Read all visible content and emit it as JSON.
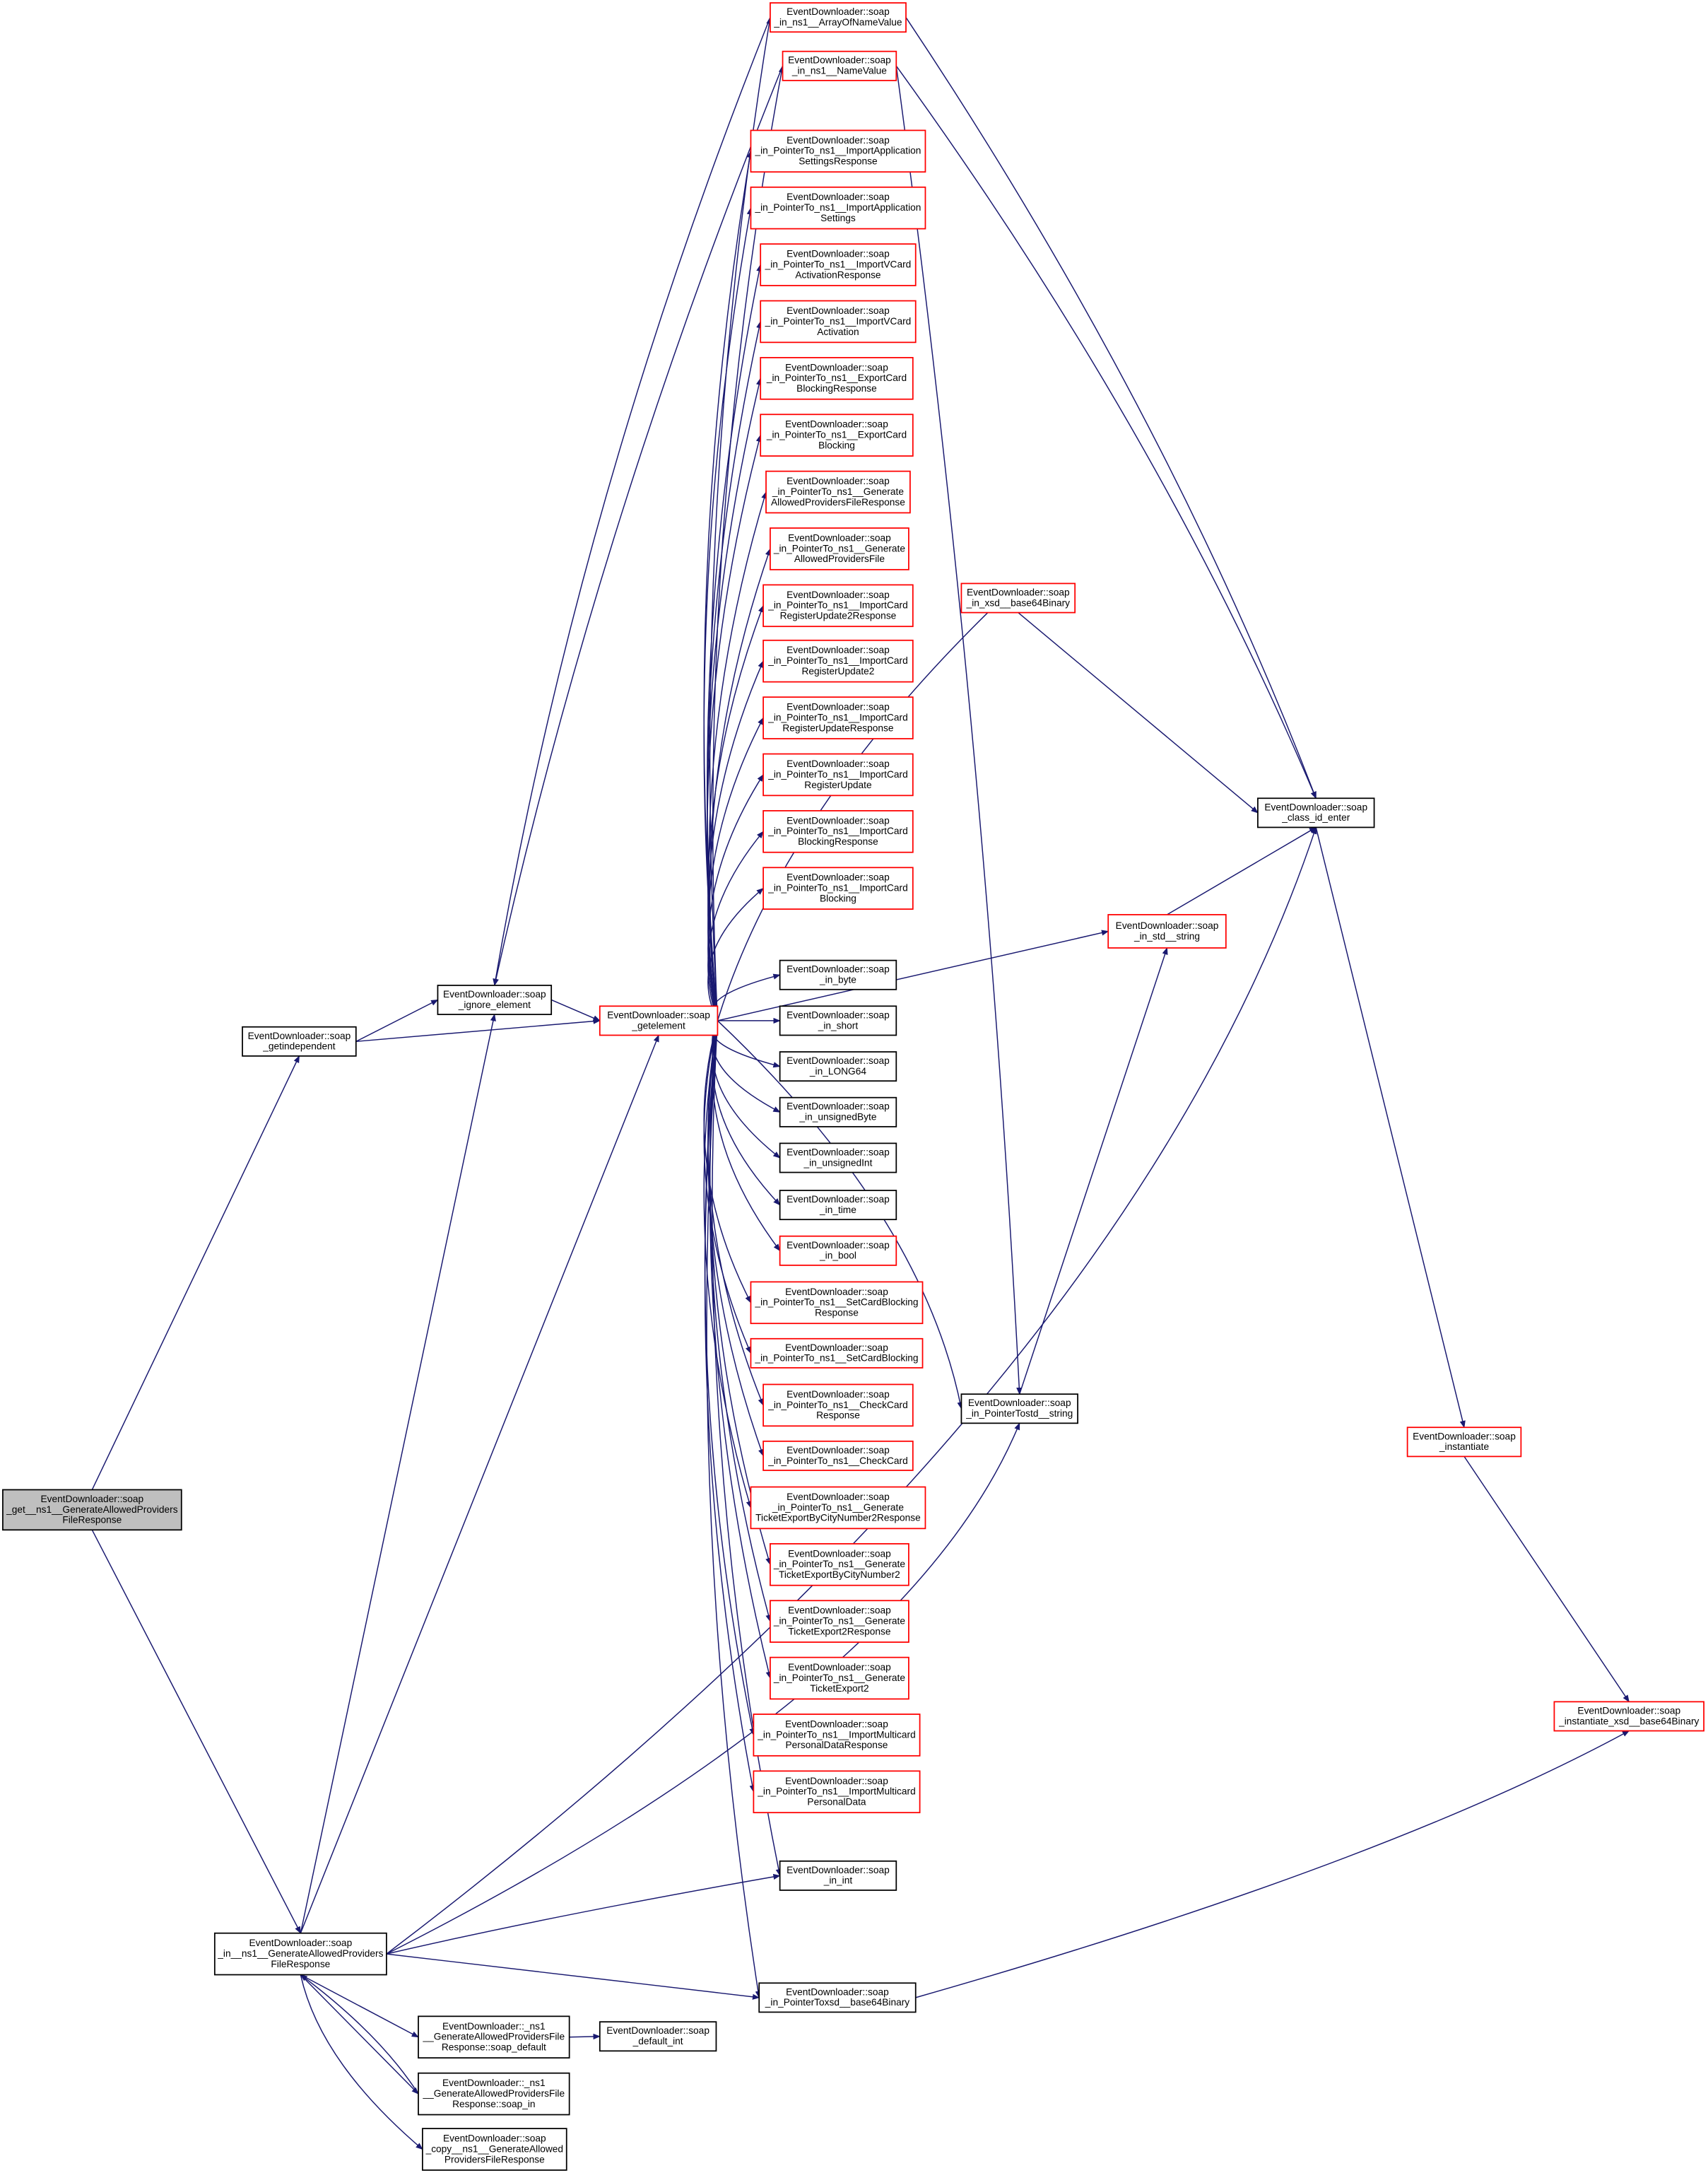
{
  "title": "Call graph of EventDownloader::soap_get__ns1__GenerateAllowedProvidersFileResponse",
  "colors": {
    "edge": "#191970",
    "red_border": "#ff0000",
    "black_border": "#000000",
    "root_fill": "#bfbfbf"
  },
  "nodes": [
    {
      "id": "get",
      "lines": [
        "EventDownloader::soap",
        "_get__ns1__GenerateAllowedProviders",
        "FileResponse"
      ],
      "style": "root"
    },
    {
      "id": "getindependent",
      "lines": [
        "EventDownloader::soap",
        "_getindependent"
      ],
      "style": "black"
    },
    {
      "id": "ignore",
      "lines": [
        "EventDownloader::soap",
        "_ignore_element"
      ],
      "style": "black"
    },
    {
      "id": "getelement",
      "lines": [
        "EventDownloader::soap",
        "_getelement"
      ],
      "style": "red"
    },
    {
      "id": "inGen",
      "lines": [
        "EventDownloader::soap",
        "_in__ns1__GenerateAllowedProviders",
        "FileResponse"
      ],
      "style": "black"
    },
    {
      "id": "arrayNV",
      "lines": [
        "EventDownloader::soap",
        "_in_ns1__ArrayOfNameValue"
      ],
      "style": "red"
    },
    {
      "id": "nameValue",
      "lines": [
        "EventDownloader::soap",
        "_in_ns1__NameValue"
      ],
      "style": "red"
    },
    {
      "id": "n8",
      "lines": [
        "EventDownloader::soap",
        "_in_PointerTo_ns1__ImportApplication",
        "SettingsResponse"
      ],
      "style": "red"
    },
    {
      "id": "n9",
      "lines": [
        "EventDownloader::soap",
        "_in_PointerTo_ns1__ImportApplication",
        "Settings"
      ],
      "style": "red"
    },
    {
      "id": "n10",
      "lines": [
        "EventDownloader::soap",
        "_in_PointerTo_ns1__ImportVCard",
        "ActivationResponse"
      ],
      "style": "red"
    },
    {
      "id": "n11",
      "lines": [
        "EventDownloader::soap",
        "_in_PointerTo_ns1__ImportVCard",
        "Activation"
      ],
      "style": "red"
    },
    {
      "id": "n12",
      "lines": [
        "EventDownloader::soap",
        "_in_PointerTo_ns1__ExportCard",
        "BlockingResponse"
      ],
      "style": "red"
    },
    {
      "id": "n13",
      "lines": [
        "EventDownloader::soap",
        "_in_PointerTo_ns1__ExportCard",
        "Blocking"
      ],
      "style": "red"
    },
    {
      "id": "n14",
      "lines": [
        "EventDownloader::soap",
        "_in_PointerTo_ns1__Generate",
        "AllowedProvidersFileResponse"
      ],
      "style": "red"
    },
    {
      "id": "n15",
      "lines": [
        "EventDownloader::soap",
        "_in_PointerTo_ns1__Generate",
        "AllowedProvidersFile"
      ],
      "style": "red"
    },
    {
      "id": "n16",
      "lines": [
        "EventDownloader::soap",
        "_in_PointerTo_ns1__ImportCard",
        "RegisterUpdate2Response"
      ],
      "style": "red"
    },
    {
      "id": "n17",
      "lines": [
        "EventDownloader::soap",
        "_in_PointerTo_ns1__ImportCard",
        "RegisterUpdate2"
      ],
      "style": "red"
    },
    {
      "id": "n18",
      "lines": [
        "EventDownloader::soap",
        "_in_PointerTo_ns1__ImportCard",
        "RegisterUpdateResponse"
      ],
      "style": "red"
    },
    {
      "id": "n19",
      "lines": [
        "EventDownloader::soap",
        "_in_PointerTo_ns1__ImportCard",
        "RegisterUpdate"
      ],
      "style": "red"
    },
    {
      "id": "n20",
      "lines": [
        "EventDownloader::soap",
        "_in_PointerTo_ns1__ImportCard",
        "BlockingResponse"
      ],
      "style": "red"
    },
    {
      "id": "n21",
      "lines": [
        "EventDownloader::soap",
        "_in_PointerTo_ns1__ImportCard",
        "Blocking"
      ],
      "style": "red"
    },
    {
      "id": "byte",
      "lines": [
        "EventDownloader::soap",
        "_in_byte"
      ],
      "style": "black"
    },
    {
      "id": "short",
      "lines": [
        "EventDownloader::soap",
        "_in_short"
      ],
      "style": "black"
    },
    {
      "id": "long64",
      "lines": [
        "EventDownloader::soap",
        "_in_LONG64"
      ],
      "style": "black"
    },
    {
      "id": "ubyte",
      "lines": [
        "EventDownloader::soap",
        "_in_unsignedByte"
      ],
      "style": "black"
    },
    {
      "id": "uint",
      "lines": [
        "EventDownloader::soap",
        "_in_unsignedInt"
      ],
      "style": "black"
    },
    {
      "id": "time",
      "lines": [
        "EventDownloader::soap",
        "_in_time"
      ],
      "style": "black"
    },
    {
      "id": "bool",
      "lines": [
        "EventDownloader::soap",
        "_in_bool"
      ],
      "style": "red"
    },
    {
      "id": "n29",
      "lines": [
        "EventDownloader::soap",
        "_in_PointerTo_ns1__SetCardBlocking",
        "Response"
      ],
      "style": "red"
    },
    {
      "id": "n30",
      "lines": [
        "EventDownloader::soap",
        "_in_PointerTo_ns1__SetCardBlocking"
      ],
      "style": "red"
    },
    {
      "id": "n31",
      "lines": [
        "EventDownloader::soap",
        "_in_PointerTo_ns1__CheckCard",
        "Response"
      ],
      "style": "red"
    },
    {
      "id": "n32",
      "lines": [
        "EventDownloader::soap",
        "_in_PointerTo_ns1__CheckCard"
      ],
      "style": "red"
    },
    {
      "id": "n33",
      "lines": [
        "EventDownloader::soap",
        "_in_PointerTo_ns1__Generate",
        "TicketExportByCityNumber2Response"
      ],
      "style": "red"
    },
    {
      "id": "n34",
      "lines": [
        "EventDownloader::soap",
        "_in_PointerTo_ns1__Generate",
        "TicketExportByCityNumber2"
      ],
      "style": "red"
    },
    {
      "id": "n35",
      "lines": [
        "EventDownloader::soap",
        "_in_PointerTo_ns1__Generate",
        "TicketExport2Response"
      ],
      "style": "red"
    },
    {
      "id": "n36",
      "lines": [
        "EventDownloader::soap",
        "_in_PointerTo_ns1__Generate",
        "TicketExport2"
      ],
      "style": "red"
    },
    {
      "id": "n37",
      "lines": [
        "EventDownloader::soap",
        "_in_PointerTo_ns1__ImportMulticard",
        "PersonalDataResponse"
      ],
      "style": "red"
    },
    {
      "id": "n38",
      "lines": [
        "EventDownloader::soap",
        "_in_PointerTo_ns1__ImportMulticard",
        "PersonalData"
      ],
      "style": "red"
    },
    {
      "id": "int",
      "lines": [
        "EventDownloader::soap",
        "_in_int"
      ],
      "style": "black"
    },
    {
      "id": "ptrB64",
      "lines": [
        "EventDownloader::soap",
        "_in_PointerToxsd__base64Binary"
      ],
      "style": "black"
    },
    {
      "id": "xsdB64",
      "lines": [
        "EventDownloader::soap",
        "_in_xsd__base64Binary"
      ],
      "style": "red"
    },
    {
      "id": "ptrStr",
      "lines": [
        "EventDownloader::soap",
        "_in_PointerTostd__string"
      ],
      "style": "black"
    },
    {
      "id": "stdStr",
      "lines": [
        "EventDownloader::soap",
        "_in_std__string"
      ],
      "style": "red"
    },
    {
      "id": "classId",
      "lines": [
        "EventDownloader::soap",
        "_class_id_enter"
      ],
      "style": "black"
    },
    {
      "id": "inst",
      "lines": [
        "EventDownloader::soap",
        "_instantiate"
      ],
      "style": "red"
    },
    {
      "id": "instB64",
      "lines": [
        "EventDownloader::soap",
        "_instantiate_xsd__base64Binary"
      ],
      "style": "red"
    },
    {
      "id": "sdefault",
      "lines": [
        "EventDownloader::_ns1",
        "__GenerateAllowedProvidersFile",
        "Response::soap_default"
      ],
      "style": "black"
    },
    {
      "id": "defint",
      "lines": [
        "EventDownloader::soap",
        "_default_int"
      ],
      "style": "black"
    },
    {
      "id": "soapin",
      "lines": [
        "EventDownloader::_ns1",
        "__GenerateAllowedProvidersFile",
        "Response::soap_in"
      ],
      "style": "black"
    },
    {
      "id": "copy",
      "lines": [
        "EventDownloader::soap",
        "_copy__ns1__GenerateAllowed",
        "ProvidersFileResponse"
      ],
      "style": "black"
    }
  ]
}
